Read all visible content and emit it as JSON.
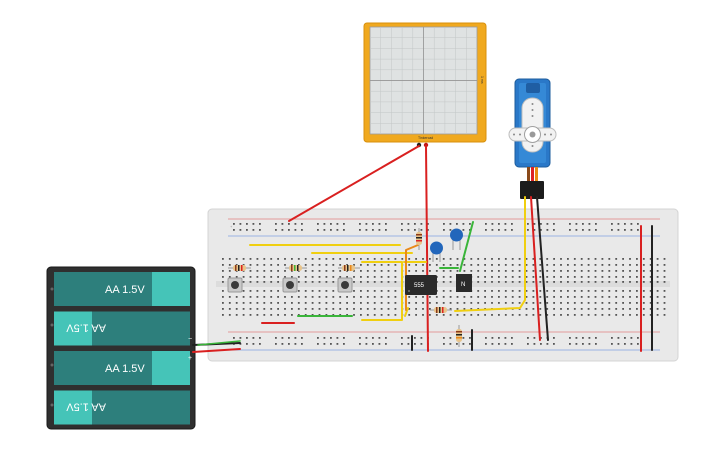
{
  "batteries": [
    {
      "label": "AA 1.5V",
      "flipped": false
    },
    {
      "label": "AA 1.5V",
      "flipped": true
    },
    {
      "label": "AA 1.5V",
      "flipped": false
    },
    {
      "label": "AA 1.5V",
      "flipped": true
    }
  ],
  "battery_terminals": {
    "negative": "−",
    "positive": "+"
  },
  "chips": {
    "timer": "555",
    "transistor": "N"
  },
  "oscilloscope": {
    "brand": "Tinkercad",
    "side_label": "1 ms"
  },
  "colors": {
    "board": "#e9e9e9",
    "battery_case": "#2f2f2f",
    "battery_cell": "#2d7f7c",
    "battery_cap": "#45c4b8",
    "oscilloscope_frame": "#f0a91f",
    "servo_body": "#2a78c8",
    "wire_red": "#d92020",
    "wire_black": "#222222",
    "wire_yellow": "#f0cf10",
    "wire_green": "#3ab53a",
    "capacitor": "#2266bb"
  }
}
